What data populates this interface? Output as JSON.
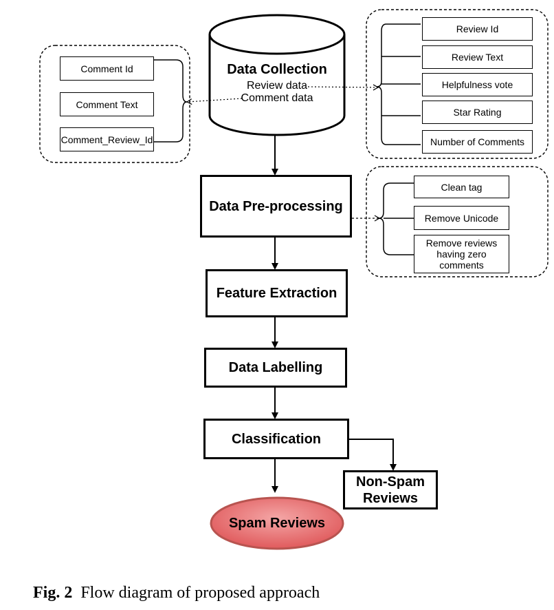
{
  "collection": {
    "title": "Data Collection",
    "line1": "Review data",
    "line2": "Comment data"
  },
  "comment_fields": [
    "Comment Id",
    "Comment Text",
    "Comment_Review_Id"
  ],
  "review_fields": [
    "Review Id",
    "Review Text",
    "Helpfulness vote",
    "Star Rating",
    "Number of Comments"
  ],
  "preprocess_steps": [
    "Clean tag",
    "Remove Unicode",
    "Remove reviews having zero comments"
  ],
  "steps": {
    "preprocessing": "Data Pre-processing",
    "feature_extraction": "Feature Extraction",
    "labelling": "Data Labelling",
    "classification": "Classification"
  },
  "outputs": {
    "spam": "Spam Reviews",
    "non_spam": "Non-Spam Reviews"
  },
  "caption": {
    "label": "Fig. 2",
    "text": "Flow diagram of proposed approach"
  },
  "colors": {
    "spam_fill": "#e8787a",
    "spam_stroke": "#b85450"
  }
}
